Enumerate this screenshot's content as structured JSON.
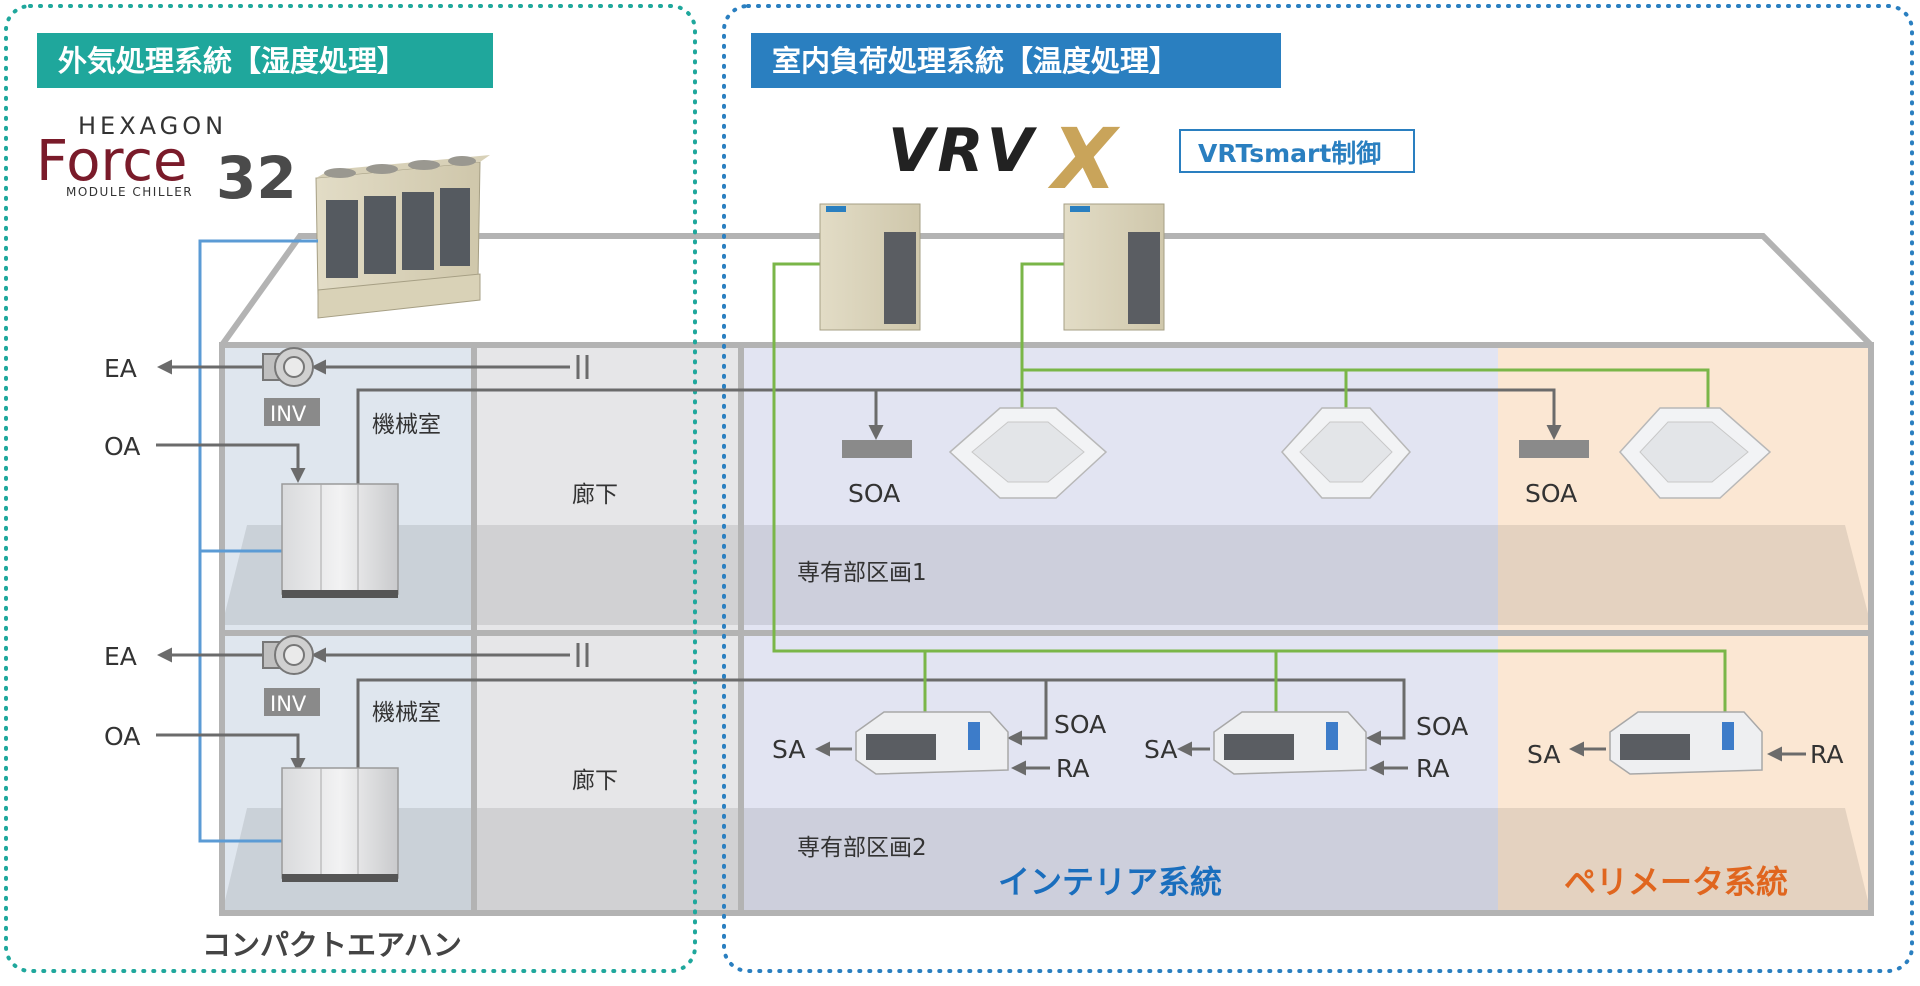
{
  "headers": {
    "outdoor_air_system": "外気処理系統【湿度処理】",
    "indoor_load_system": "室内負荷処理系統【温度処理】"
  },
  "brand": {
    "hexagon": "HEXAGON",
    "force": "Force",
    "number": "32",
    "module_chiller": "MODULE CHILLER",
    "vrv": "VRV",
    "x_mark": "X",
    "control_badge": "VRTsmart制御"
  },
  "floor1": {
    "ea": "EA",
    "oa": "OA",
    "inv": "INV",
    "machine_room": "機械室",
    "corridor": "廊下",
    "zone": "専有部区画1",
    "soa_left": "SOA",
    "soa_right": "SOA"
  },
  "floor2": {
    "ea": "EA",
    "oa": "OA",
    "inv": "INV",
    "machine_room": "機械室",
    "corridor": "廊下",
    "zone": "専有部区画2",
    "unit1": {
      "sa": "SA",
      "soa": "SOA",
      "ra": "RA"
    },
    "unit2": {
      "sa": "SA",
      "soa": "SOA",
      "ra": "RA"
    },
    "unit3": {
      "sa": "SA",
      "ra": "RA"
    }
  },
  "systems": {
    "interior": "インテリア系統",
    "perimeter": "ペリメータ系統",
    "compact_ahu": "コンパクトエアハン"
  },
  "colors": {
    "teal_header": "#1fa79c",
    "blue_header": "#2a7fc0",
    "teal_dots": "#1fa79c",
    "blue_dots": "#2a7fc0",
    "chilled_water_pipe": "#5b9bd5",
    "refrigerant_pipe": "#7ab648",
    "interior_text": "#1a6ebd",
    "perimeter_text": "#e0661f",
    "brand_red": "#7a1b2a",
    "duct_gray": "#6b6b6b"
  }
}
